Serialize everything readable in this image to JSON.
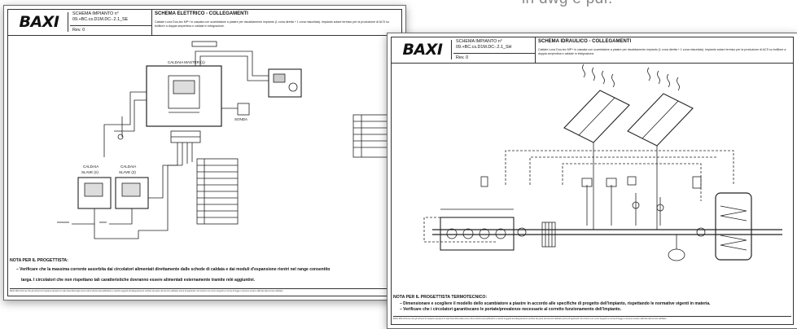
{
  "caption": "in dwg e pdf.",
  "sheets": {
    "electrical": {
      "logo": "BAXI",
      "schema_label": "SCHEMA IMPIANTO n°",
      "schema_code": "09.+BC.cs.D1M.DC-.2.1_SE",
      "rev": "Rev. 0",
      "title": "SCHEMA ELETTRICO - COLLEGAMENTI",
      "description": "Caldaie Luna Duo-tec MP+ in cascata con scambiatore a piastre per riscaldamento impianto (1 zona diretta + 1 zona miscelata). Impianto solare termico per la produzione di ACS su bollitore a doppia serpentina e caldaie in integrazione.",
      "labels": {
        "master": "CALDAIA MASTER (1)",
        "slave_n_1": "CALDAIA",
        "slave_n_2": "SLAVE (n)",
        "slave_2_1": "CALDAIA",
        "slave_2_2": "SLAVE (2)",
        "sonda": "SONDA"
      },
      "nota_title": "NOTA PER IL PROGETTISTA:",
      "nota_line_1": "–   Verificare che la massima corrente assorbita dai circolatori alimentati direttamente dalle schede di caldaia e dai moduli d'espansione rientri nel range consentito",
      "nota_line_2": "targa. I circolatori che non rispettano tali caratteristiche dovranno essere alimentati esternamente tramite relè aggiuntivi.",
      "footer": "BAXI SPA informa che gli schemi di impianto presenti in tale Area Riservata sono utili ai clienti esemplificativo e quindi soggetti ad adeguamento verifica da parte del tecnico abilitato prima di applicarli. Gli schemi non sono eseguiti a norma di legge e devono essere utilizzati dal tecnico abilitato."
    },
    "hydraulic": {
      "logo": "BAXI",
      "schema_label": "SCHEMA IMPIANTO n°",
      "schema_code": "09.+BC.cs.D1M.DC-.2.1_SH",
      "rev": "Rev. 0",
      "title": "SCHEMA IDRAULICO - COLLEGAMENTI",
      "description": "Caldaie Luna Duo-tec MP+ in cascata con scambiatore a piastre per riscaldamento impianto (1 zona diretta + 1 zona miscelata). Impianto solare termico per la produzione di ACS su bollitore a doppia serpentina e caldaie in integrazione.",
      "nota_title": "NOTA PER IL PROGETTISTA TERMOTECNICO:",
      "nota_line_1": "–   Dimensionare e scegliere il modello dello scambiatore a piastre in accordo alle specifiche di progetto dell'impianto, rispettando le normative vigenti in materia.",
      "nota_line_2": "–   Verificare che i circolatori garantiscano le portate/prevalenze necessarie al corretto funzionamento dell'impianto.",
      "footer": "BAXI SPA informa che gli schemi di impianto presenti in tale Area Riservata sono utili ai clienti esemplificativo e quindi soggetti ad adeguamento verifica da parte del tecnico abilitato prima di applicarli. Gli schemi non sono eseguiti a norma di legge e devono essere utilizzati dal tecnico abilitato."
    }
  }
}
